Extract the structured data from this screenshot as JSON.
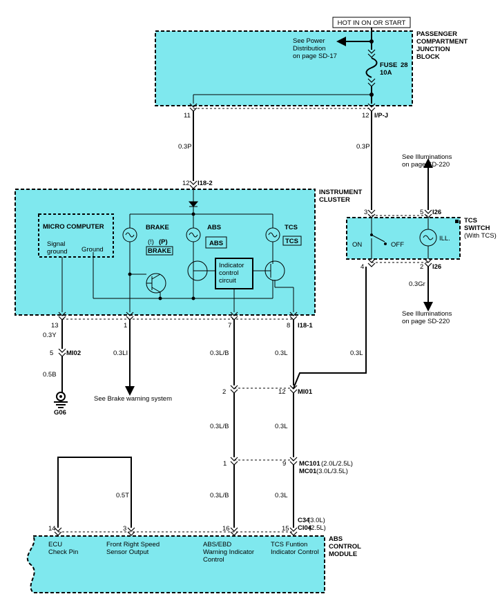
{
  "header": {
    "hot_label": "HOT IN ON OR START"
  },
  "junction_block": {
    "title_1": "PASSENGER",
    "title_2": "COMPARTMENT",
    "title_3": "JUNCTION",
    "title_4": "BLOCK",
    "see_power_1": "See Power",
    "see_power_2": "Distribution",
    "see_power_3": "on page SD-17",
    "fuse_label": "FUSE",
    "fuse_number": "28",
    "fuse_rating": "10A",
    "pin_11": "11",
    "pin_12": "12",
    "connector": "I/P-J"
  },
  "wires": {
    "w_left_top": "0.3P",
    "w_right_top": "0.3P",
    "w_mi02_top": "0.3Y",
    "w_mi02_bot": "0.5B",
    "w_brake": "0.3LI",
    "w_abs_1": "0.3L/B",
    "w_tcs_1": "0.3L",
    "w_switch": "0.3L",
    "w_abs_2": "0.3L/B",
    "w_tcs_2": "0.3L",
    "w_abs_3": "0.3L/B",
    "w_tcs_3": "0.3L",
    "w_ecu": "0.5T",
    "w_ill": "0.3Gr"
  },
  "cluster": {
    "title_1": "INSTRUMENT",
    "title_2": "CLUSTER",
    "top_pin": "12",
    "top_connector": "I18-2",
    "micro_title": "MICRO  COMPUTER",
    "signal_1": "Signal",
    "signal_2": "ground",
    "ground": "Ground",
    "brake": "BRAKE",
    "brake_sym_1": "(!)",
    "brake_sym_2": "(P)",
    "brake_box": "BRAKE",
    "abs": "ABS",
    "abs_box": "ABS",
    "tcs": "TCS",
    "tcs_box": "TCS",
    "indicator_1": "Indicator",
    "indicator_2": "control",
    "indicator_3": "circuit",
    "pin_13": "13",
    "pin_1": "1",
    "pin_7": "7",
    "pin_8": "8",
    "bottom_connector": "I18-1"
  },
  "tcs_switch": {
    "see_ill_top_1": "See Illuminations",
    "see_ill_top_2": "on page SD-220",
    "pin_3": "3",
    "pin_5": "5",
    "pin_4": "4",
    "pin_2": "2",
    "conn_top": "I26",
    "conn_bot": "I26",
    "title_1": "TCS",
    "title_2": "SWITCH",
    "title_3": "(With TCS)",
    "on": "ON",
    "off": "OFF",
    "ill": "ILL.",
    "see_ill_bot_1": "See Illuminations",
    "see_ill_bot_2": "on page SD-220"
  },
  "ground": {
    "pin_5": "5",
    "connector": "MI02",
    "ground_label": "G06"
  },
  "brake_ref": "See Brake warning system",
  "mi01": {
    "pin_2": "2",
    "pin_12": "12",
    "connector": "MI01"
  },
  "mc": {
    "pin_1": "1",
    "pin_9": "9",
    "conn_1": "MC101",
    "conn_1_note": "(2.0L/2.5L)",
    "conn_2": "MC01",
    "conn_2_note": "(3.0L/3.5L)"
  },
  "abs_module": {
    "title_1": "ABS",
    "title_2": "CONTROL",
    "title_3": "MODULE",
    "pin_14": "14",
    "pin_3": "3",
    "pin_16": "16",
    "pin_15": "15",
    "conn_1": "C34",
    "conn_1_note": "(3.0L)",
    "conn_2": "CI04",
    "conn_2_note": "(2.5L)",
    "ecu_1": "ECU",
    "ecu_2": "Check Pin",
    "front_1": "Front Right Speed",
    "front_2": "Sensor Output",
    "abs_1": "ABS/EBD",
    "abs_2": "Warning Indicator",
    "abs_3": "Control",
    "tcs_1": "TCS Funtion",
    "tcs_2": "Indicator Control"
  }
}
